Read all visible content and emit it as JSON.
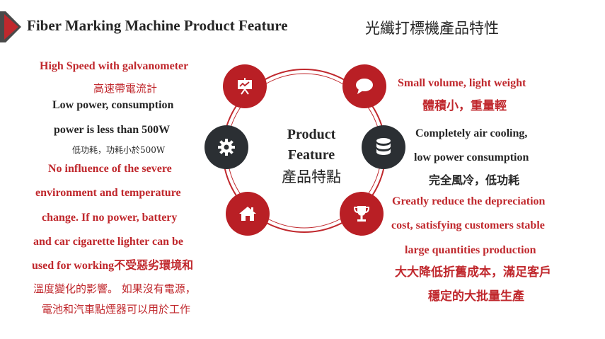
{
  "header": {
    "title_en": "Fiber Marking Machine Product Feature",
    "title_zh": "光纖打標機產品特性",
    "accent_color": "#c0282d"
  },
  "center": {
    "line1": "Product",
    "line2": "Feature",
    "line3": "產品特點"
  },
  "nodes": [
    {
      "icon": "presentation-board-icon",
      "color": "#b91f25"
    },
    {
      "icon": "speech-bubble-icon",
      "color": "#b91f25"
    },
    {
      "icon": "gear-icon",
      "color": "#2b2f33"
    },
    {
      "icon": "database-icon",
      "color": "#2b2f33"
    },
    {
      "icon": "house-icon",
      "color": "#b91f25"
    },
    {
      "icon": "trophy-icon",
      "color": "#b91f25"
    }
  ],
  "features": {
    "speed": {
      "l1": "High Speed with galvanometer",
      "l2": "高速帶電流計"
    },
    "power": {
      "l1": "Low power, consumption",
      "l2": "power is less than 500W",
      "l3": "低功耗，功耗小於500W"
    },
    "environment": {
      "l1": "No influence of the severe",
      "l2": "environment and temperature",
      "l3": "change. If no power, battery",
      "l4": "and car cigarette lighter can be",
      "l5": "used for working不受惡劣環境和",
      "l6": "溫度變化的影響。 如果沒有電源，",
      "l7": "電池和汽車點煙器可以用於工作"
    },
    "volume": {
      "l1": "Small volume, light weight",
      "l2": "體積小，重量輕"
    },
    "cooling": {
      "l1": "Completely air cooling,",
      "l2": "low power consumption",
      "l3": "完全風冷，低功耗"
    },
    "depreciation": {
      "l1": "Greatly reduce the depreciation",
      "l2": "cost, satisfying customers stable",
      "l3": "large quantities production",
      "l4": "大大降低折舊成本，滿足客戶",
      "l5": "穩定的大批量生產"
    }
  }
}
